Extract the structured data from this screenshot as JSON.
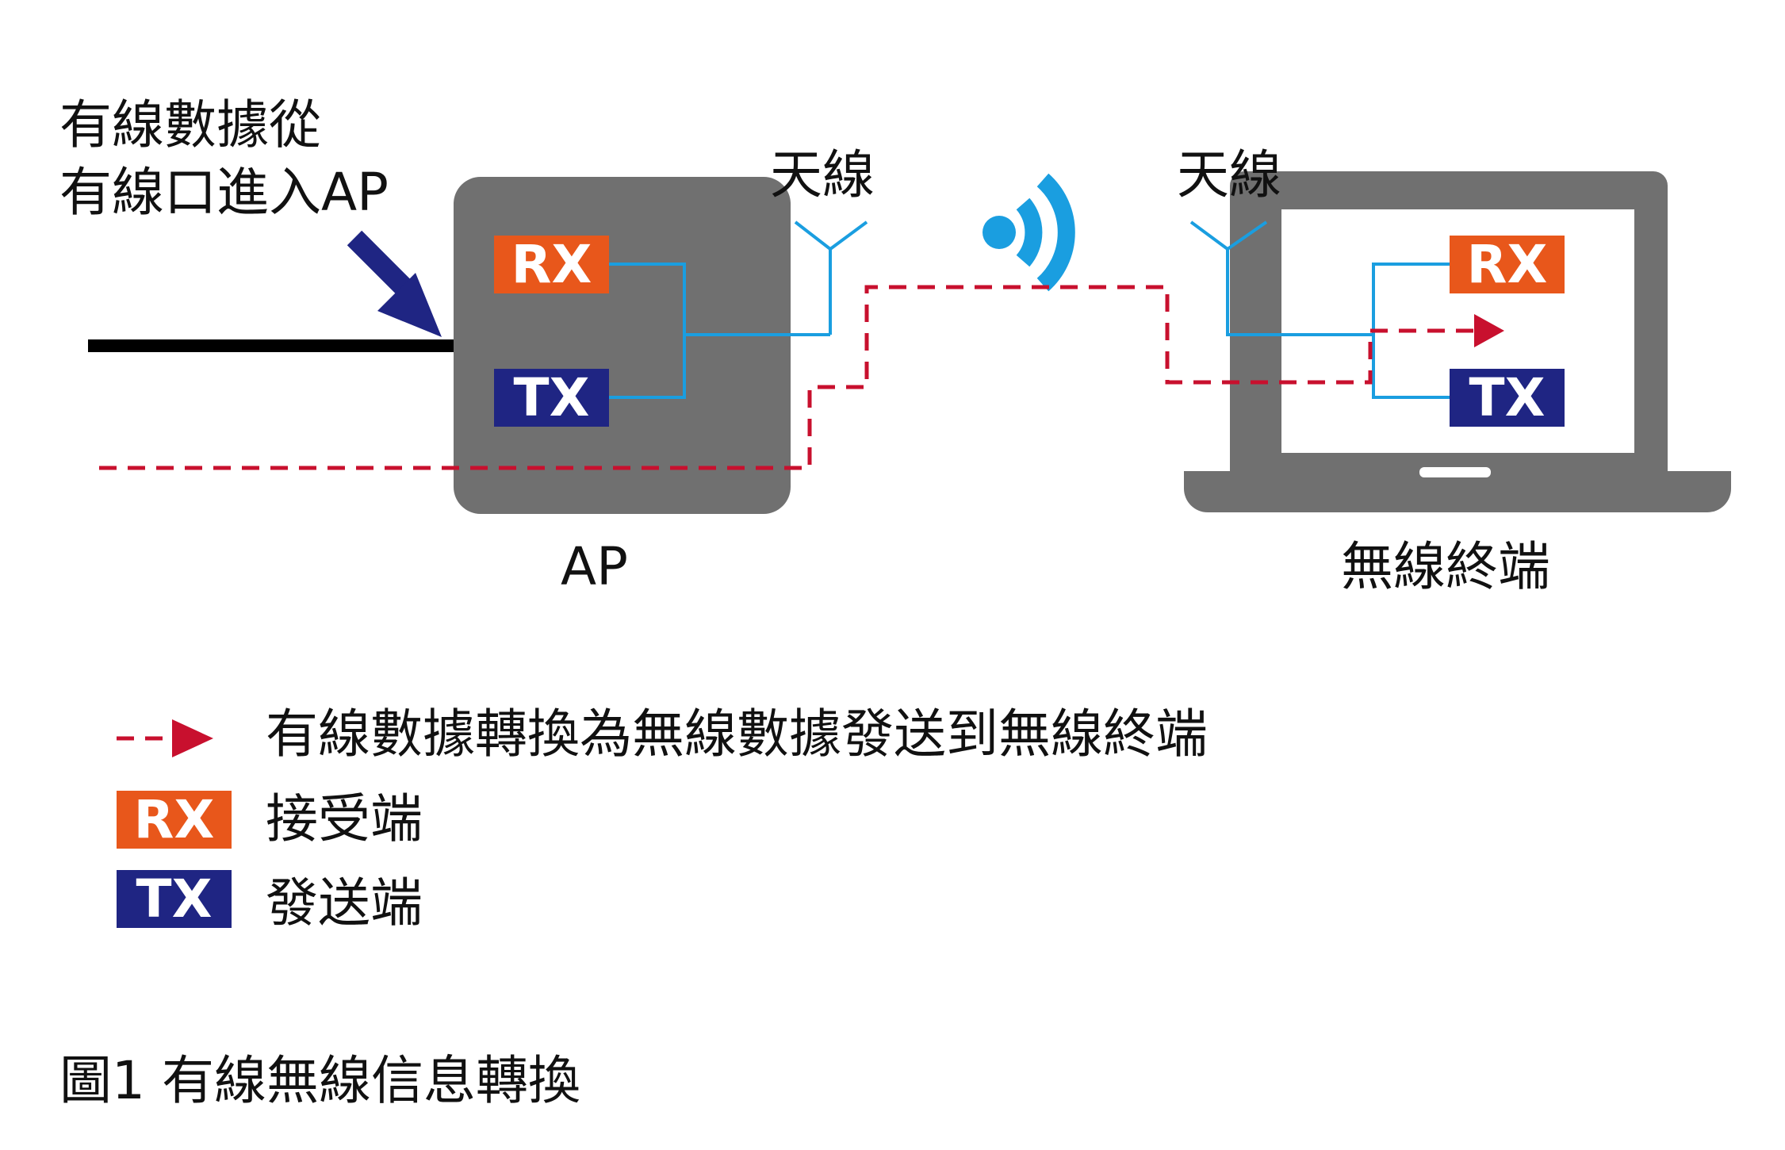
{
  "colors": {
    "rx": "#e8571b",
    "tx": "#1f2583",
    "device": "#707070",
    "signal": "#1a9ee0",
    "wire": "#000000",
    "path": "#c8102e",
    "arrow": "#1f2583"
  },
  "wired_note": {
    "line1": "有線數據從",
    "line2": "有線口進入AP"
  },
  "ap": {
    "label": "AP",
    "antenna_label": "天線",
    "rx_label": "RX",
    "tx_label": "TX"
  },
  "terminal": {
    "label": "無線終端",
    "antenna_label": "天線",
    "rx_label": "RX",
    "tx_label": "TX"
  },
  "legend": {
    "path_text": "有線數據轉換為無線數據發送到無線終端",
    "rx_box": "RX",
    "rx_text": "接受端",
    "tx_box": "TX",
    "tx_text": "發送端"
  },
  "caption": "圖1 有線無線信息轉換"
}
